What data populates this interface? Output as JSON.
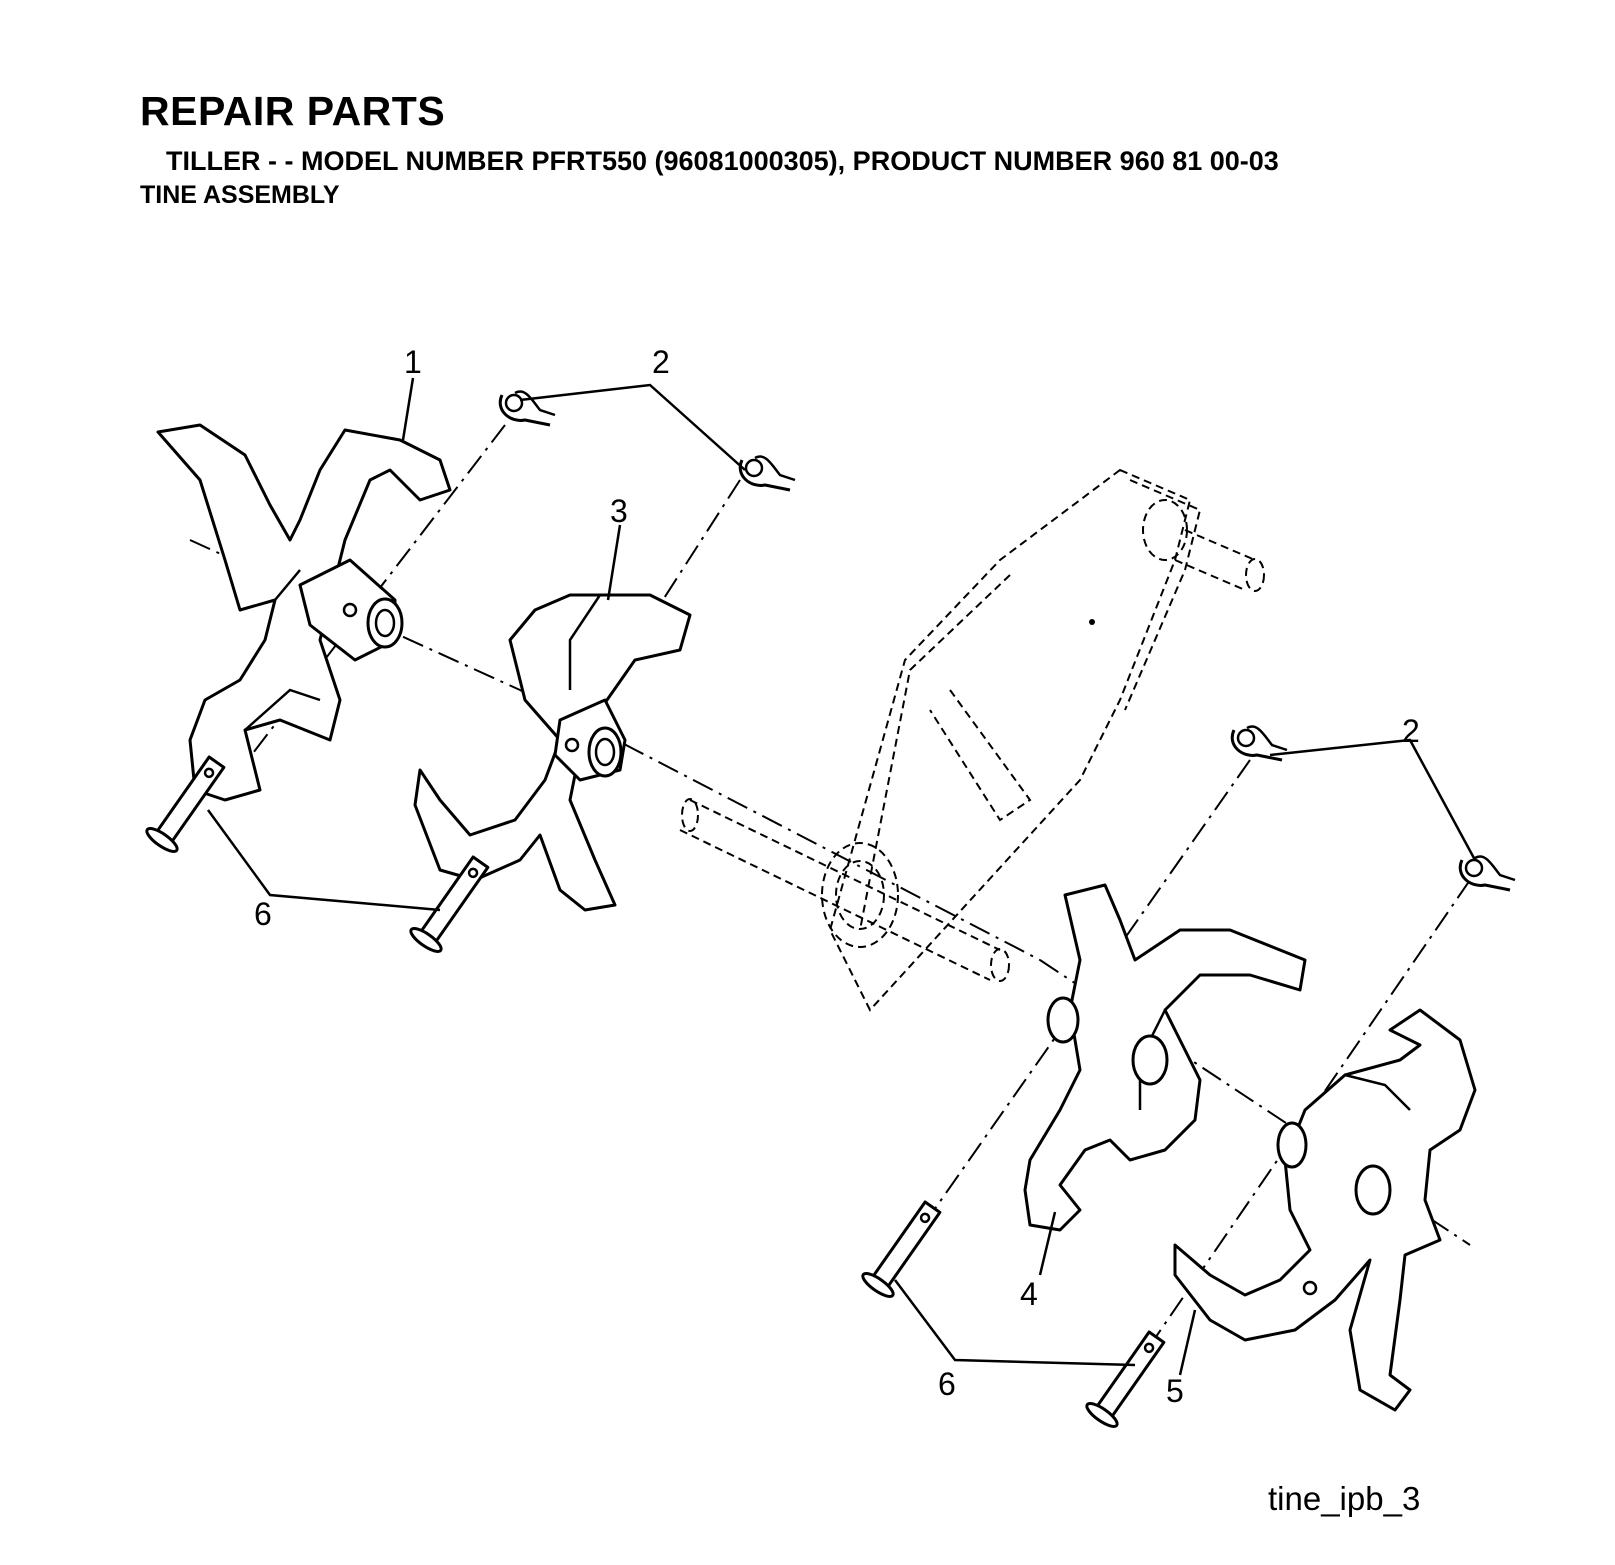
{
  "header": {
    "title": "REPAIR PARTS",
    "subtitle": "TILLER - - MODEL NUMBER PFRT550 (96081000305), PRODUCT NUMBER 960 81 00-03",
    "section": "TINE ASSEMBLY"
  },
  "figure_id": "tine_ipb_3",
  "callouts": {
    "c1": "1",
    "c2a": "2",
    "c3": "3",
    "c6a": "6",
    "c2b": "2",
    "c4": "4",
    "c6b": "6",
    "c5": "5"
  }
}
